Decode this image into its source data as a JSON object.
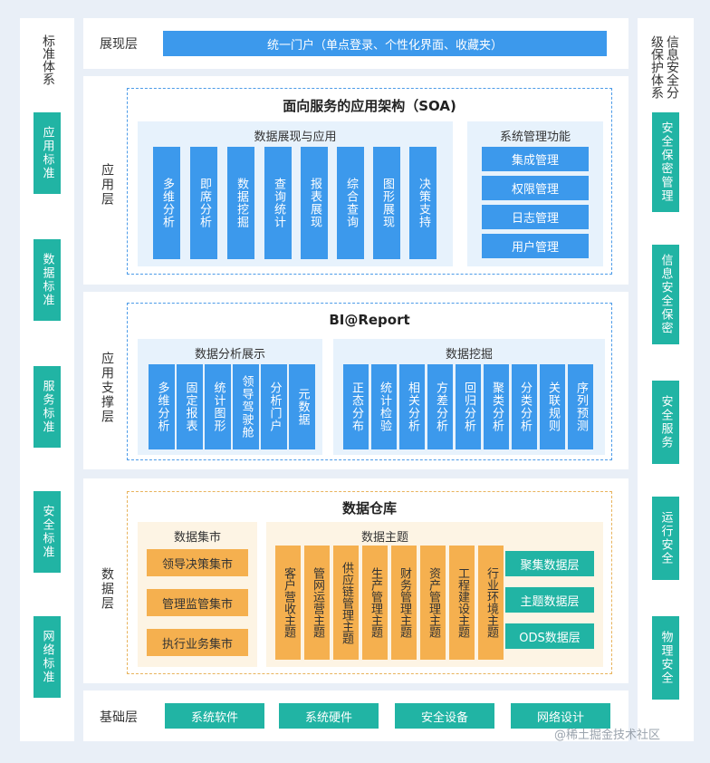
{
  "left_column": {
    "title": "标准体系",
    "items": [
      "应用标准",
      "数据标准",
      "服务标准",
      "安全标准",
      "网络标准"
    ]
  },
  "right_column": {
    "title": "信息安全分级保护体系",
    "items": [
      "安全保密管理",
      "信息安全保密",
      "安全服务",
      "运行安全",
      "物理安全"
    ]
  },
  "presentation_layer": {
    "label": "展现层",
    "portal": "统一门户（单点登录、个性化界面、收藏夹）"
  },
  "application_layer": {
    "label": "应用层",
    "title": "面向服务的应用架构（SOA)",
    "display_group": {
      "title": "数据展现与应用",
      "items": [
        "多维分析",
        "即席分析",
        "数据挖掘",
        "查询统计",
        "报表展现",
        "综合查询",
        "图形展现",
        "决策支持"
      ]
    },
    "mgmt_group": {
      "title": "系统管理功能",
      "items": [
        "集成管理",
        "权限管理",
        "日志管理",
        "用户管理"
      ]
    }
  },
  "support_layer": {
    "label": "应用支撑层",
    "title": "BI@Report",
    "analysis_group": {
      "title": "数据分析展示",
      "items": [
        "多维分析",
        "固定报表",
        "统计图形",
        "领导驾驶舱",
        "分析门户",
        "元数据"
      ]
    },
    "mining_group": {
      "title": "数据挖掘",
      "items": [
        "正态分布",
        "统计检验",
        "相关分析",
        "方差分析",
        "回归分析",
        "聚类分析",
        "分类分析",
        "关联规则",
        "序列预测"
      ]
    }
  },
  "data_layer": {
    "label": "数据层",
    "title": "数据仓库",
    "mart_group": {
      "title": "数据集市",
      "items": [
        "领导决策集市",
        "管理监管集市",
        "执行业务集市"
      ]
    },
    "subject_group": {
      "title": "数据主题",
      "items": [
        "客户营收主题",
        "管网运营主题",
        "供应链管理主题",
        "生产管理主题",
        "财务管理主题",
        "资产管理主题",
        "工程建设主题",
        "行业环境主题"
      ],
      "side_items": [
        "聚集数据层",
        "主题数据层",
        "ODS数据层"
      ]
    }
  },
  "base_layer": {
    "label": "基础层",
    "items": [
      "系统软件",
      "系统硬件",
      "安全设备",
      "网络设计"
    ]
  },
  "watermark": "@稀土掘金技术社区"
}
